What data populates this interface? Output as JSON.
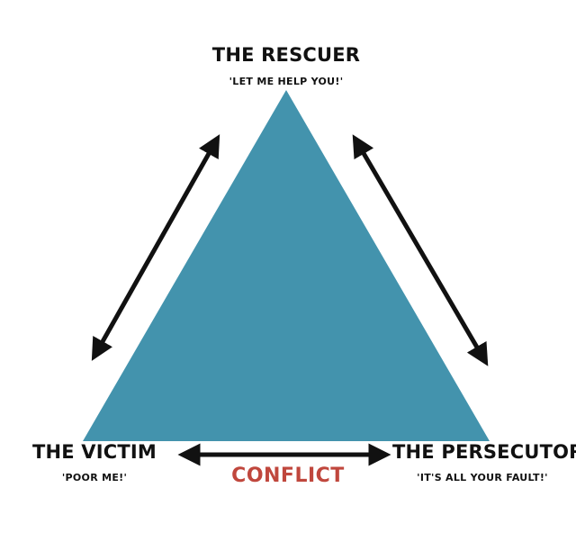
{
  "diagram": {
    "triangle_color": "#4393ad",
    "arrow_color": "#111111",
    "conflict_color": "#c0473d",
    "rescuer": {
      "title": "THE RESCUER",
      "quote": "'LET ME HELP YOU!'"
    },
    "victim": {
      "title": "THE VICTIM",
      "quote": "'POOR ME!'"
    },
    "persecutor": {
      "title": "THE PERSECUTOR",
      "quote": "'IT'S ALL YOUR FAULT!'"
    },
    "conflict_label": "CONFLICT"
  }
}
